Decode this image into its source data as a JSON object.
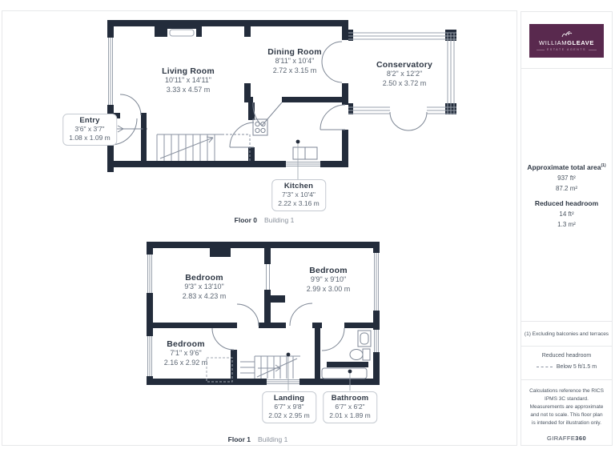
{
  "branding": {
    "logo_part1": "WILLIAM",
    "logo_part2": "GLEAVE",
    "logo_tagline": "ESTATE AGENTS",
    "logo_bg_color": "#59294e",
    "giraffe_prefix": "GIRAFFE",
    "giraffe_suffix": "360"
  },
  "sidebar": {
    "total_area_title": "Approximate total area",
    "total_area_sup": "(1)",
    "total_area_ft": "937 ft²",
    "total_area_m": "87.2 m²",
    "reduced_headroom_title": "Reduced headroom",
    "reduced_headroom_ft": "14 ft²",
    "reduced_headroom_m": "1.3 m²",
    "footnote": "(1) Excluding balconies and terraces",
    "legend_title": "Reduced headroom",
    "legend_item": "Below 5 ft/1.5 m",
    "disclaimer": "Calculations reference the RICS IPMS 3C standard. Measurements are approximate and not to scale. This floor plan is intended for illustration only."
  },
  "colors": {
    "wall": "#232c3b",
    "thin_line": "#8a92a0",
    "text_dark": "#2e3744",
    "text_gray": "#5b6572",
    "border_light": "#e7e8ea"
  },
  "floors": [
    {
      "label": "Floor 0",
      "building": "Building 1",
      "rooms": [
        {
          "name": "Living Room",
          "imperial": "10'11\" x 14'11\"",
          "metric": "3.33 x 4.57 m"
        },
        {
          "name": "Dining Room",
          "imperial": "8'11\" x 10'4\"",
          "metric": "2.72 x 3.15 m"
        },
        {
          "name": "Conservatory",
          "imperial": "8'2\" x 12'2\"",
          "metric": "2.50 x 3.72 m"
        },
        {
          "name": "Entry",
          "imperial": "3'6\" x 3'7\"",
          "metric": "1.08 x 1.09 m"
        },
        {
          "name": "Kitchen",
          "imperial": "7'3\" x 10'4\"",
          "metric": "2.22 x 3.16 m"
        }
      ]
    },
    {
      "label": "Floor 1",
      "building": "Building 1",
      "rooms": [
        {
          "name": "Bedroom",
          "imperial": "9'3\" x 13'10\"",
          "metric": "2.83 x 4.23 m"
        },
        {
          "name": "Bedroom",
          "imperial": "9'9\" x 9'10\"",
          "metric": "2.99 x 3.00 m"
        },
        {
          "name": "Bedroom",
          "imperial": "7'1\" x 9'6\"",
          "metric": "2.16 x 2.92 m"
        },
        {
          "name": "Landing",
          "imperial": "6'7\" x 9'8\"",
          "metric": "2.02 x 2.95 m"
        },
        {
          "name": "Bathroom",
          "imperial": "6'7\" x 6'2\"",
          "metric": "2.01 x 1.89 m"
        }
      ]
    }
  ]
}
